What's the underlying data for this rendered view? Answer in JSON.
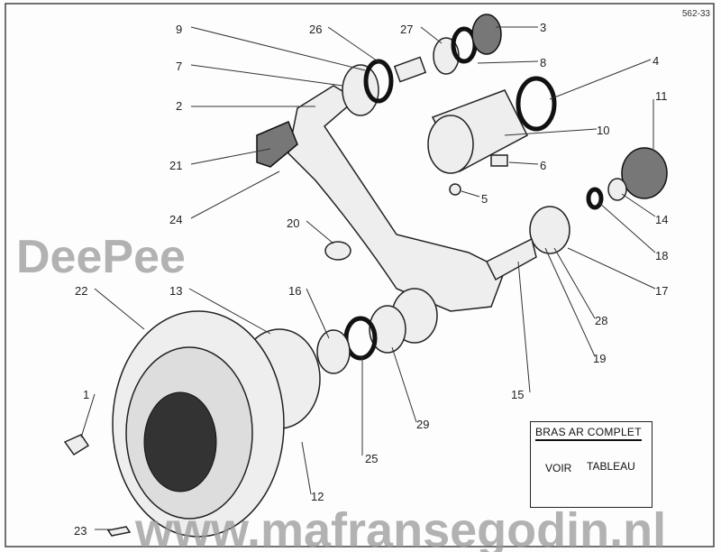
{
  "drawing_ref": "562-33",
  "legend_box": {
    "title": "BRAS AR COMPLET",
    "line1": "VOIR",
    "line2": "TABLEAU"
  },
  "watermark": {
    "line1": "www.mafransegodin.nl",
    "line2": "DeePee"
  },
  "callouts": [
    "9",
    "26",
    "27",
    "3",
    "7",
    "8",
    "4",
    "11",
    "2",
    "10",
    "6",
    "21",
    "5",
    "24",
    "20",
    "14",
    "18",
    "22",
    "13",
    "16",
    "17",
    "28",
    "19",
    "15",
    "1",
    "29",
    "25",
    "12",
    "23"
  ]
}
